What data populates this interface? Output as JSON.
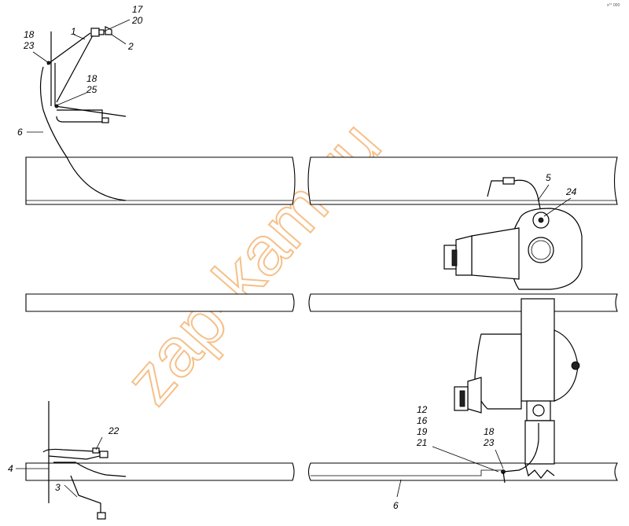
{
  "watermark": "zap-kam.ru",
  "code": "s°° 000",
  "callouts": {
    "c1": "1",
    "c2": "2",
    "c17_20": [
      "17",
      "20"
    ],
    "c18_23_top": [
      "18",
      "23"
    ],
    "c18_25": [
      "18",
      "25"
    ],
    "c6_top": "6",
    "c5": "5",
    "c24": "24",
    "c22": "22",
    "c4": "4",
    "c3": "3",
    "c12_21": [
      "12",
      "16",
      "19",
      "21"
    ],
    "c18_23_bottom": [
      "18",
      "23"
    ],
    "c6_bottom": "6"
  }
}
